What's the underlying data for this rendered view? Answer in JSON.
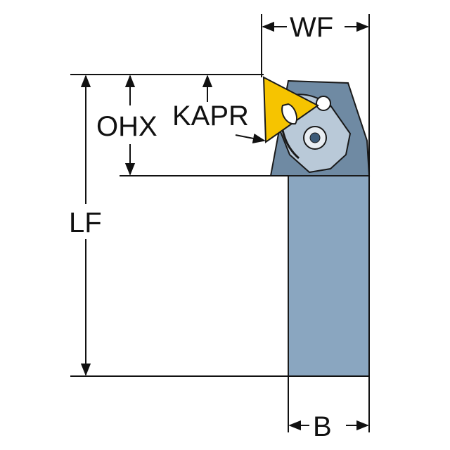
{
  "labels": {
    "wf": "WF",
    "ohx": "OHX",
    "kapr": "KAPR",
    "lf": "LF",
    "b": "B"
  },
  "colors": {
    "shank": "#8aa6c0",
    "shank_edge": "#1a1a1a",
    "head": "#6f8aa3",
    "insert": "#f6c400",
    "clamp": "#b9c9d8",
    "screw": "#3c5a78",
    "line": "#111111"
  }
}
